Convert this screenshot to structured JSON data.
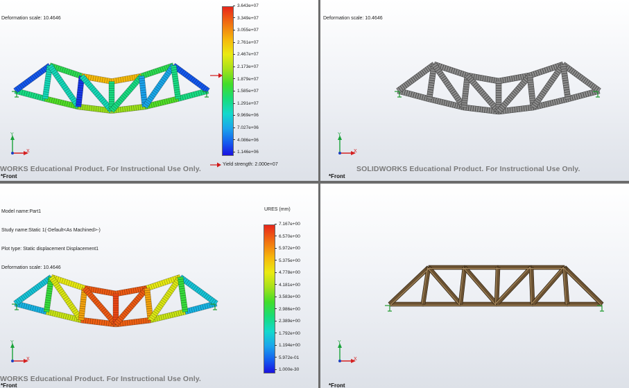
{
  "viewports": {
    "top_left": {
      "deformation_scale": "Deformation scale: 10.4646",
      "colorbar": {
        "labels": [
          "3.643e+07",
          "3.349e+07",
          "3.055e+07",
          "2.761e+07",
          "2.467e+07",
          "2.173e+07",
          "1.879e+07",
          "1.585e+07",
          "1.291e+07",
          "9.969e+06",
          "7.027e+06",
          "4.086e+06",
          "1.146e+06"
        ],
        "yield_strength": "Yield strength: 2.000e+07"
      },
      "watermark": "WORKS Educational Product. For Instructional Use Only.",
      "view_name": "*Front",
      "triad": {
        "x": "X",
        "y": "Y"
      }
    },
    "top_right": {
      "deformation_scale": "Deformation scale: 10.4646",
      "watermark": "SOLIDWORKS Educational Product. For Instructional Use Only.",
      "view_name": "*Front",
      "triad": {
        "x": "X",
        "y": "Y"
      }
    },
    "bottom_left": {
      "model_name": "Model name:Part1",
      "study_name": "Study name:Static 1(-Default<As Machined>-)",
      "plot_type": "Plot type: Static displacement Displacement1",
      "deformation_scale": "Deformation scale: 10.4646",
      "colorbar": {
        "title": "URES (mm)",
        "labels": [
          "7.167e+00",
          "6.570e+00",
          "5.972e+00",
          "5.375e+00",
          "4.778e+00",
          "4.181e+00",
          "3.583e+00",
          "2.986e+00",
          "2.389e+00",
          "1.792e+00",
          "1.194e+00",
          "5.972e-01",
          "1.000e-30"
        ]
      },
      "watermark": "WORKS Educational Product. For Instructional Use Only.",
      "view_name": "*Front",
      "triad": {
        "x": "X",
        "y": "Y"
      }
    },
    "bottom_right": {
      "view_name": "*Front",
      "triad": {
        "x": "X",
        "y": "Y"
      }
    }
  },
  "colors": {
    "divider": "#6c6c6c",
    "gray_member": "#8c8c8c",
    "wood_member": "#6b5232",
    "fixture_green": "#1f9a2e",
    "axis_x": "#d42020",
    "axis_y": "#1aa33a",
    "axis_z": "#1c3fbf"
  }
}
